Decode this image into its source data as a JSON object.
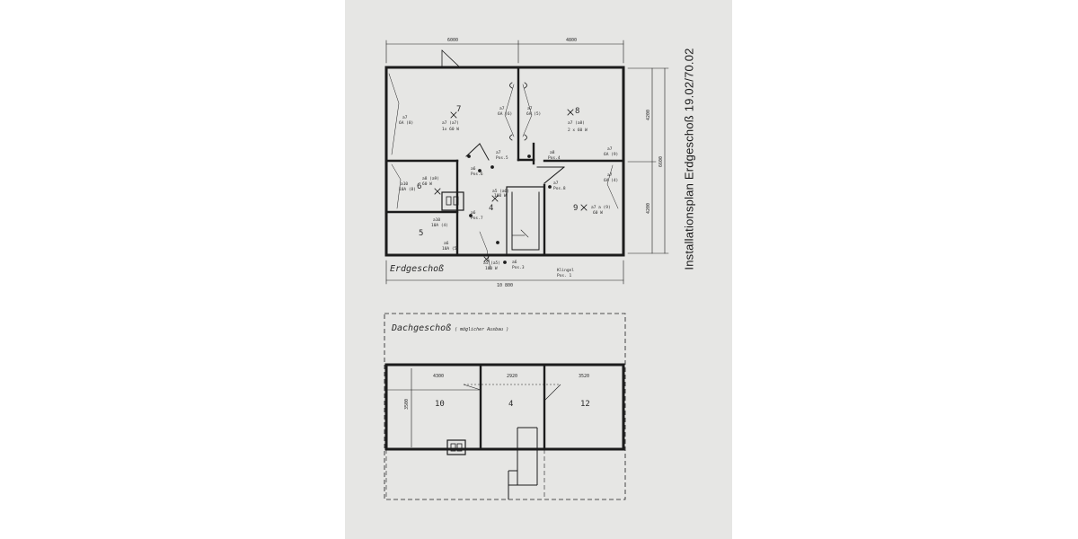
{
  "document": {
    "side_title": "Installationsplan Erdgeschoß 19.02/70.02"
  },
  "ground_floor": {
    "label": "Erdgeschoß",
    "dimensions": {
      "top_left": "6000",
      "top_right": "4800",
      "total_width": "10 800",
      "right_upper": "4200",
      "right_total": "6600",
      "right_lower": "4200"
    },
    "rooms": {
      "r4": "4",
      "r5": "5",
      "r6": "6",
      "r7": "7",
      "r8": "8",
      "r9": "9"
    },
    "annotations": {
      "a1": "a7",
      "a1b": "6A (8)",
      "a2": "a7 (a7)",
      "a2b": "1x 60 W",
      "a3": "a7",
      "a3b": "6A (6)",
      "a4": "a7",
      "a4b": "6A (5)",
      "a5": "a7 (a8)",
      "a5b": "2 x 60 W",
      "a6": "a7",
      "a6b": "Pos.5",
      "a7": "a8",
      "a7b": "Pos.4",
      "a8": "a7",
      "a8b": "6A (9)",
      "a9": "a7",
      "a9b": "6A (4)",
      "a10": "a7",
      "a10b": "Pos.8",
      "a11": "a5 (a6)",
      "a11b": "100 W",
      "a12": "a7 a (9)",
      "a12b": "60 W",
      "a13": "a10",
      "a13b": "10A (8)",
      "a14": "a8 (a9)",
      "a14b": "60 W",
      "a15": "a6",
      "a15b": "Pos.6",
      "a16": "a6",
      "a16b": "Pos.7",
      "a17": "a10",
      "a17b": "10A (4)",
      "a18": "a6",
      "a18b": "10A (5)",
      "a19": "a5 (a5)",
      "a19b": "100 W",
      "a20": "a6",
      "a20b": "Pos.3",
      "a21": "Klingel",
      "a21b": "Pos. 1"
    }
  },
  "attic": {
    "label": "Dachgeschoß",
    "note": "( möglicher Ausbau )",
    "dimensions": {
      "d1": "4300",
      "d2": "2920",
      "d3": "3520",
      "left": "3500"
    },
    "rooms": {
      "r10": "10",
      "r4": "4",
      "r12": "12"
    }
  }
}
